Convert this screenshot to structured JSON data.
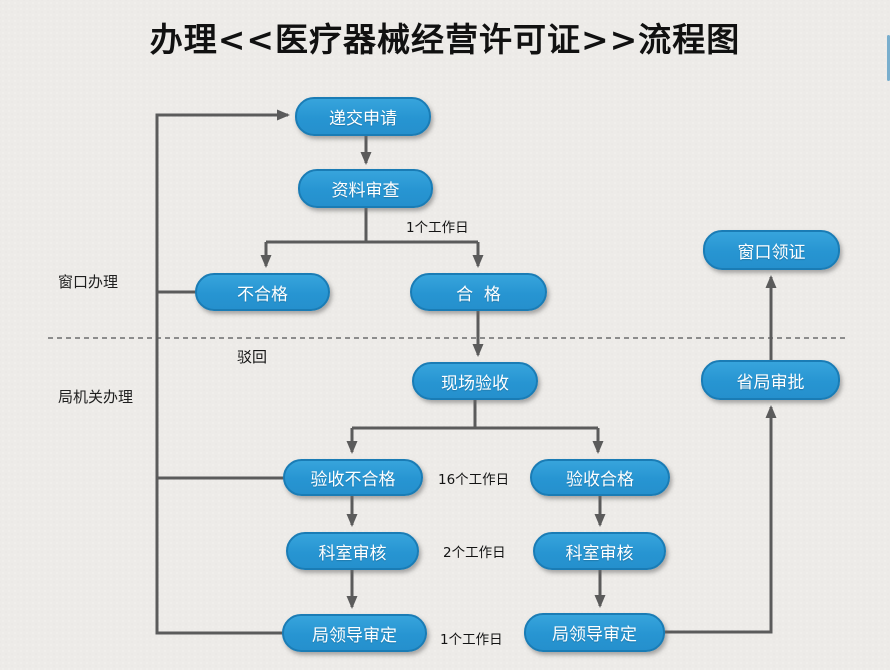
{
  "title": "办理<<医疗器械经营许可证>>流程图",
  "zones": {
    "window": "窗口办理",
    "bureau": "局机关办理"
  },
  "nodes": {
    "submit": "递交申请",
    "review": "资料审查",
    "fail": "不合格",
    "pass": "合  格",
    "site": "现场验收",
    "site_fail": "验收不合格",
    "site_pass": "验收合格",
    "dept_left": "科室审核",
    "dept_right": "科室审核",
    "leader_left": "局领导审定",
    "leader_right": "局领导审定",
    "provincial": "省局审批",
    "collect": "窗口领证"
  },
  "annotations": {
    "reject": "驳回",
    "review_days": "1个工作日",
    "site_days": "16个工作日",
    "dept_days": "2个工作日",
    "leader_days": "1个工作日"
  },
  "colors": {
    "node_fill": "#2d99d4",
    "node_border": "#1a7cb5",
    "node_text": "#ffffff",
    "connector": "#5b5b5b",
    "divider": "#8c8c8c",
    "background": "#edebe8"
  }
}
